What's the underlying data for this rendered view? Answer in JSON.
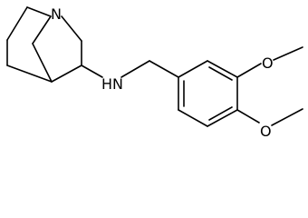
{
  "structure": {
    "atoms": {
      "ring_nitrogen": "N",
      "amine_nitrogen": "H​N",
      "amine_label": "HN",
      "methoxy_oxygen_top": "O",
      "methoxy_oxygen_bottom": "O"
    }
  }
}
